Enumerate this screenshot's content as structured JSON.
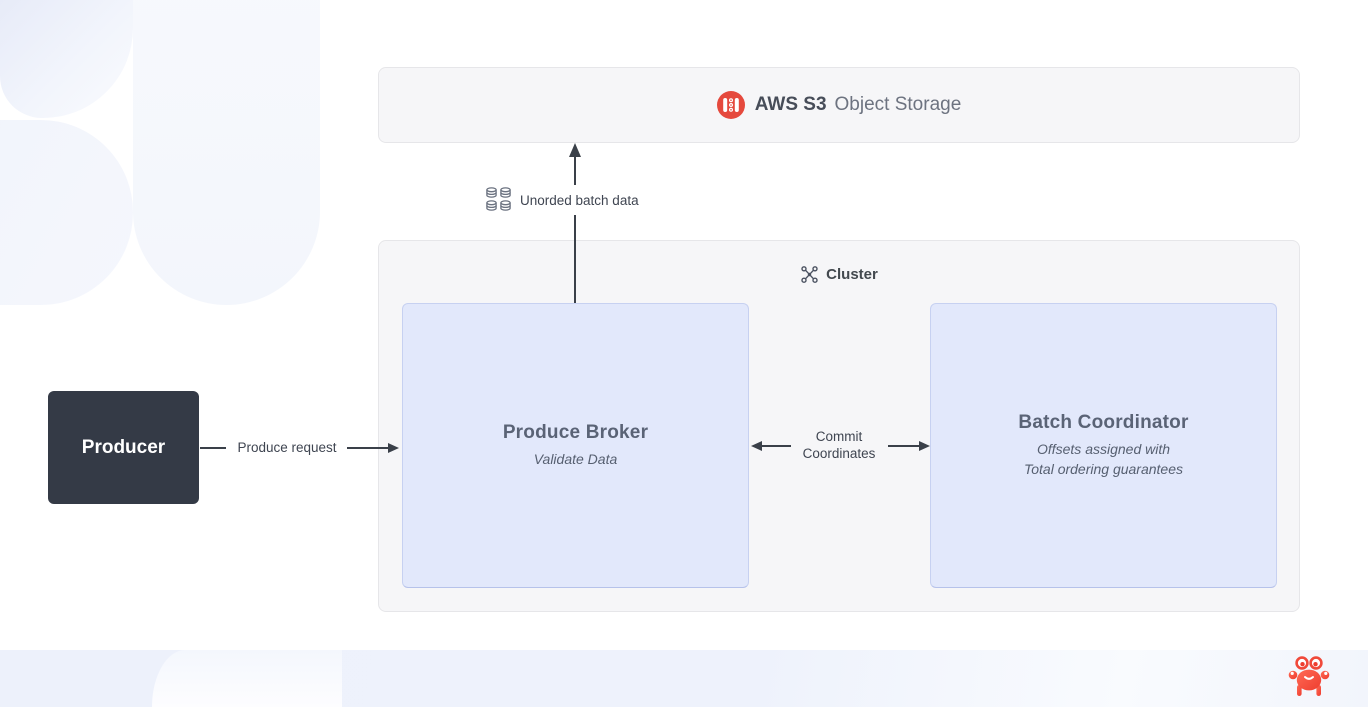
{
  "diagram": {
    "s3": {
      "title_bold": "AWS S3",
      "title_rest": "Object Storage"
    },
    "cluster": {
      "label": "Cluster"
    },
    "produce_broker": {
      "title": "Produce Broker",
      "subtitle": "Validate Data"
    },
    "batch_coordinator": {
      "title": "Batch Coordinator",
      "subtitle_line1": "Offsets assigned with",
      "subtitle_line2": "Total ordering guarantees"
    },
    "producer": {
      "label": "Producer"
    },
    "edges": {
      "produce_request": "Produce request",
      "commit_line1": "Commit",
      "commit_line2": "Coordinates",
      "unordered_batch": "Unorded batch data"
    },
    "icons": {
      "s3_icon": "s3-bucket-icon",
      "cluster_icon": "cluster-network-icon",
      "batch_icon": "database-grid-icon",
      "mascot": "crab-icon"
    },
    "colors": {
      "accent_red": "#E5493D",
      "producer_dark": "#343A46",
      "node_fill": "#E2E8FB",
      "node_border": "#C7D1F1",
      "panel_fill": "#F6F6F8",
      "panel_border": "#E6E6E9",
      "arrow": "#3A4049",
      "text_dark": "#474D59",
      "text_muted": "#6D7380"
    }
  }
}
